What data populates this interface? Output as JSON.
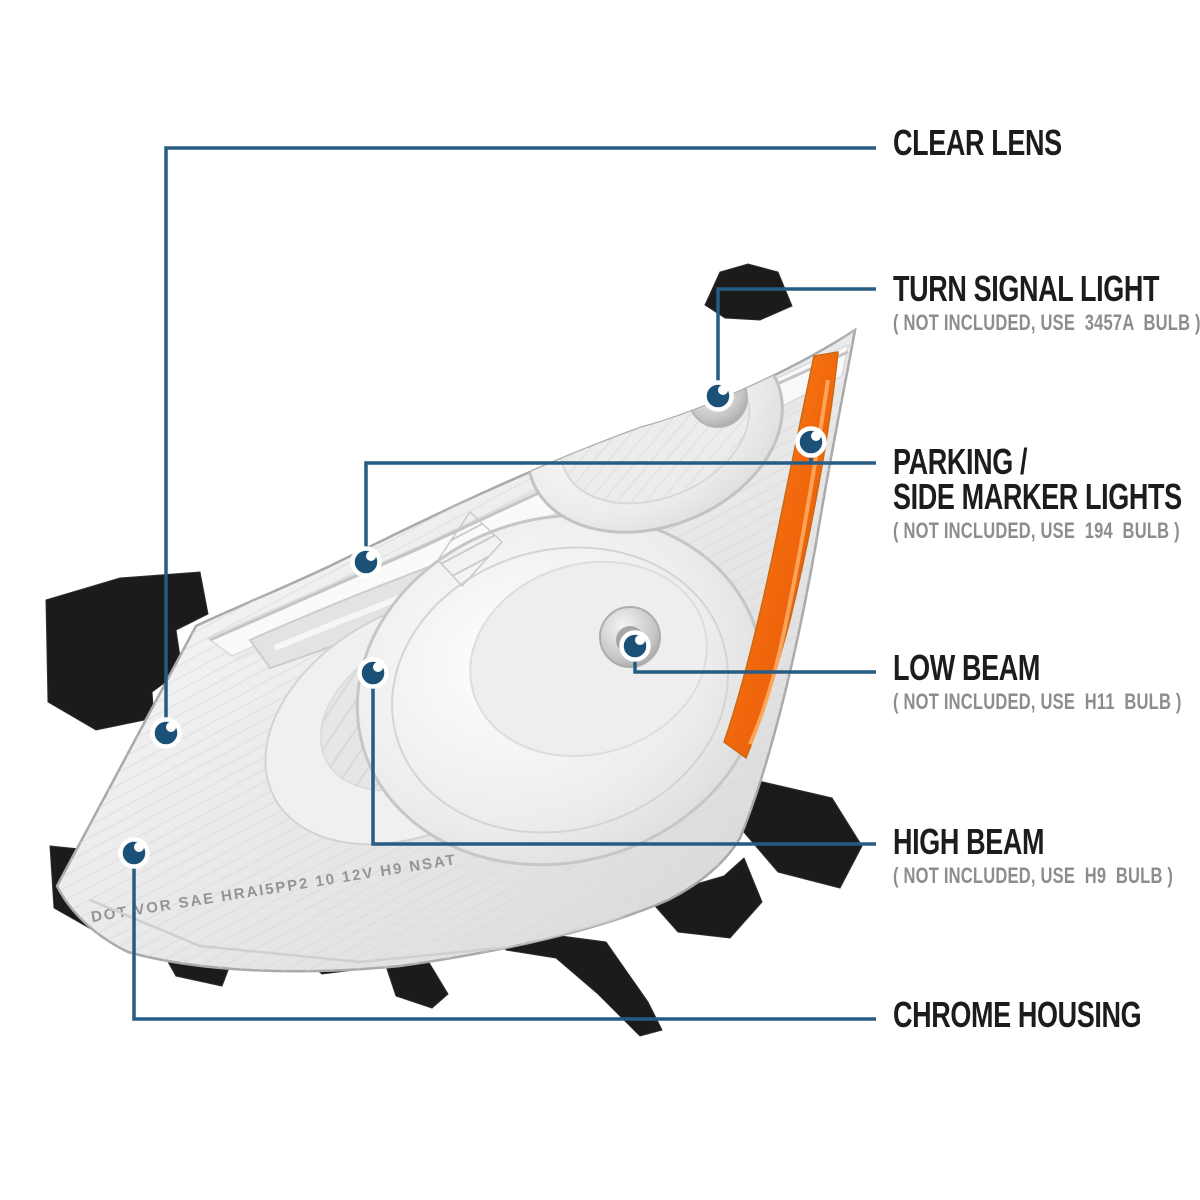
{
  "colors": {
    "accent_line": "#265c84",
    "dot_fill": "#1b5177",
    "amber_reflector": "#f2680c",
    "title_text": "#1c1c1c",
    "note_text": "#8d8d8d"
  },
  "product": {
    "description": "chrome housing clear lens headlight, driver side",
    "molded_text": "DOT VOR SAE HRAI5PP2 10 12V H9 NSAT"
  },
  "callouts": {
    "clear_lens": {
      "title": "CLEAR LENS"
    },
    "turn_signal": {
      "title": "TURN SIGNAL LIGHT",
      "note": "( NOT INCLUDED, USE  3457A  BULB )"
    },
    "parking": {
      "title_line1": "PARKING /",
      "title_line2": "SIDE MARKER LIGHTS",
      "note": "( NOT INCLUDED, USE  194  BULB )"
    },
    "low_beam": {
      "title": "LOW BEAM",
      "note": "( NOT INCLUDED, USE  H11  BULB )"
    },
    "high_beam": {
      "title": "HIGH BEAM",
      "note": "( NOT INCLUDED, USE  H9  BULB )"
    },
    "chrome_housing": {
      "title": "CHROME HOUSING"
    }
  }
}
